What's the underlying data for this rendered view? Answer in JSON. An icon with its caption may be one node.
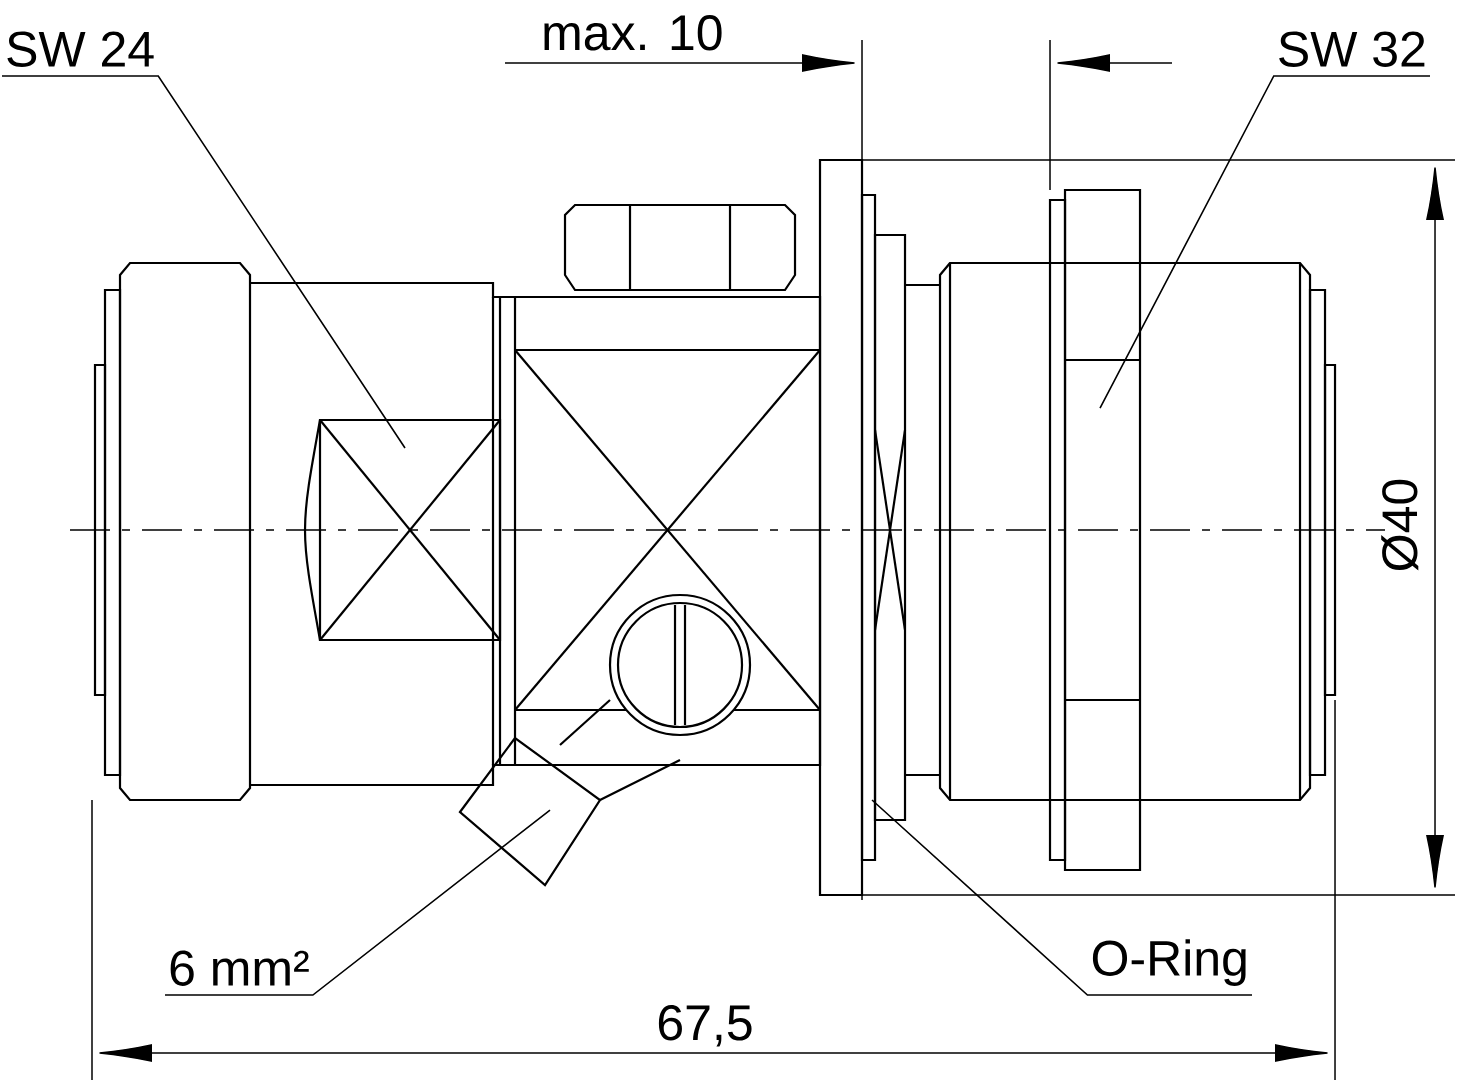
{
  "diagram": {
    "nodes": [
      {
        "text": [
          "SW 24"
        ]
      },
      {
        "text": [
          "SW 32"
        ]
      },
      {
        "text": [
          "6 mm²"
        ]
      },
      {
        "text": [
          "O-Ring"
        ]
      }
    ],
    "edges": [
      {
        "from": 0,
        "to": null,
        "arrow": "none"
      },
      {
        "from": 1,
        "to": null,
        "arrow": "none"
      },
      {
        "from": 2,
        "to": null,
        "arrow": "none"
      },
      {
        "from": 3,
        "to": null,
        "arrow": "none"
      }
    ],
    "labels": [
      "max. 10",
      "Ø40",
      "67,5"
    ]
  }
}
